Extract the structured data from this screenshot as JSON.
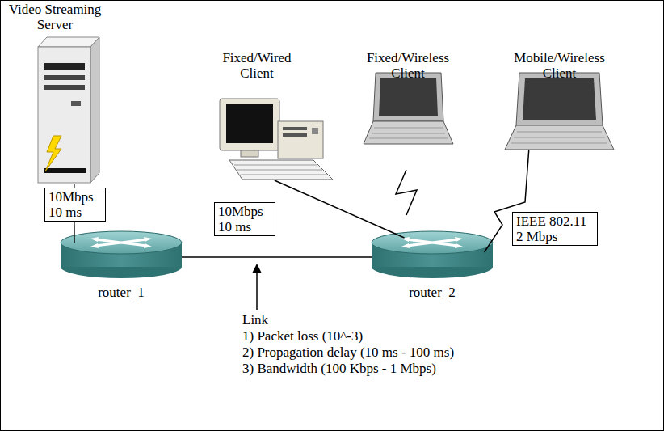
{
  "diagram": {
    "nodes": [
      {
        "text": [
          "Video Streaming Server"
        ]
      },
      {
        "text": [
          "Fixed/Wired Client"
        ]
      },
      {
        "text": [
          "Fixed/Wireless Client"
        ]
      },
      {
        "text": [
          "Mobile/Wireless Client"
        ]
      },
      {
        "text": [
          "router_1"
        ]
      },
      {
        "text": [
          "router_2"
        ]
      }
    ],
    "edges": [
      {
        "from": 0,
        "to": 4,
        "arrow": "none",
        "label": "10Mbps 10 ms"
      },
      {
        "from": 1,
        "to": 5,
        "arrow": "none",
        "label": "10Mbps 10 ms"
      },
      {
        "from": 4,
        "to": 5,
        "arrow": "none"
      },
      {
        "from": 5,
        "to": 3,
        "arrow": "none",
        "label": "IEEE 802.11 2 Mbps"
      }
    ],
    "labels": [
      "Link",
      "1) Packet loss (10^-3)",
      "2) Propagation delay (10 ms - 100 ms)",
      "3) Bandwidth (100 Kbps - 1 Mbps)"
    ]
  }
}
